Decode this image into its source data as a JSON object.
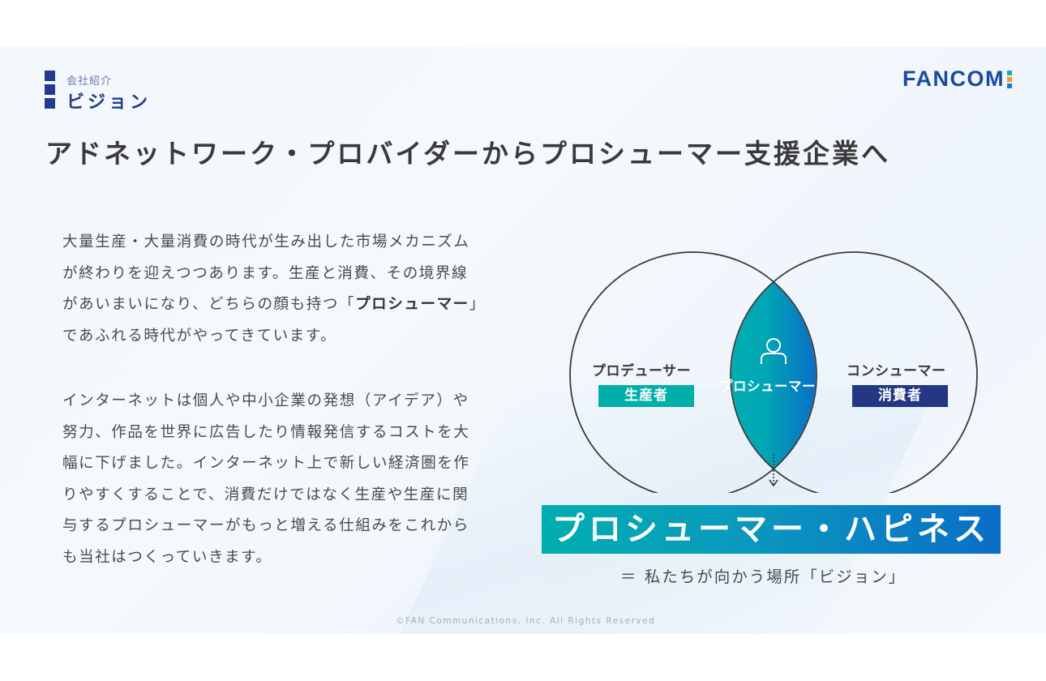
{
  "section": {
    "category": "会社紹介",
    "title": "ビジョン"
  },
  "logo": {
    "text": "FANCOM",
    "dot_colors": [
      "#1aa9b7",
      "#f39a2b",
      "#1a7cc9"
    ],
    "text_color": "#1a4aa0"
  },
  "headline": "アドネットワーク・プロバイダーからプロシューマー支援企業へ",
  "body": {
    "paragraph1": {
      "before": "大量生産・大量消費の時代が生み出した市場メカニズムが終わりを迎えつつあります。生産と消費、その境界線があいまいになり、どちらの顔も持つ「",
      "bold": "プロシューマー",
      "after": "」であふれる時代がやってきています。"
    },
    "paragraph2": "インターネットは個人や中小企業の発想（アイデア）や努力、作品を世界に広告したり情報発信するコストを大幅に下げました。インターネット上で新しい経済圏を作りやすくすることで、消費だけではなく生産や生産に関与するプロシューマーがもっと増える仕組みをこれからも当社はつくっていきます。"
  },
  "venn": {
    "left": {
      "label": "プロデューサー",
      "tag": "生産者",
      "tag_color": "#00aeaa"
    },
    "right": {
      "label": "コンシューマー",
      "tag": "消費者",
      "tag_color": "#243785"
    },
    "center": {
      "label": "プロシューマー",
      "icon": "person-icon",
      "gradient": [
        "#00aeb0",
        "#0a6ec6"
      ]
    },
    "arrow": "dotted-down-arrow"
  },
  "vision": {
    "banner": "プロシューマー・ハピネス",
    "caption": "＝ 私たちが向かう場所「ビジョン」"
  },
  "footer": {
    "copyright": "©FAN Communications, Inc. All Rights Reserved"
  }
}
